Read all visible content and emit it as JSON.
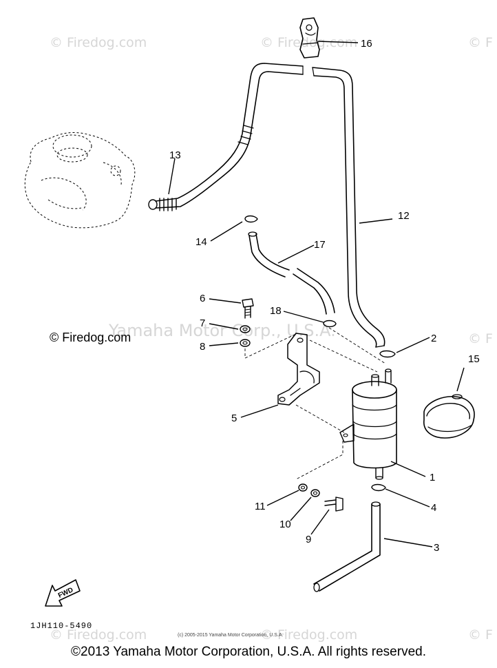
{
  "watermarks": {
    "firedog": "© Firedog.com",
    "firedog_short": "© F",
    "yamaha_center": "Yamaha Motor Corp., U.S.A."
  },
  "visible_copyright": "© Firedog.com",
  "diagram_code": "1JH110-5490",
  "fwd_label": "FWD",
  "small_copyright": "(c) 2005-2015 Yamaha Motor Corporation, U.S.A.",
  "footer_copyright": "©2013 Yamaha Motor Corporation, U.S.A. All rights reserved.",
  "callouts": [
    "1",
    "2",
    "3",
    "4",
    "5",
    "6",
    "7",
    "8",
    "9",
    "10",
    "11",
    "12",
    "13",
    "14",
    "15",
    "16",
    "17",
    "18"
  ]
}
